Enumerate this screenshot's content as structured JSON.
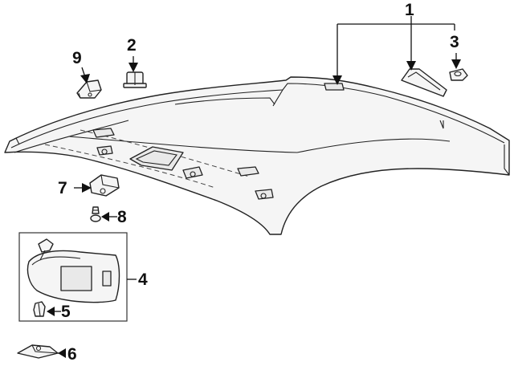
{
  "diagram": {
    "type": "exploded-parts-diagram",
    "callouts": [
      {
        "id": "1",
        "label": "1",
        "part": "headliner"
      },
      {
        "id": "2",
        "label": "2",
        "part": "clip"
      },
      {
        "id": "3",
        "label": "3",
        "part": "clip"
      },
      {
        "id": "4",
        "label": "4",
        "part": "sun-visor"
      },
      {
        "id": "5",
        "label": "5",
        "part": "visor-clip"
      },
      {
        "id": "6",
        "label": "6",
        "part": "visor-bracket"
      },
      {
        "id": "7",
        "label": "7",
        "part": "bracket"
      },
      {
        "id": "8",
        "label": "8",
        "part": "screw"
      },
      {
        "id": "9",
        "label": "9",
        "part": "bracket"
      }
    ],
    "colors": {
      "line": "#222222",
      "fill": "#f5f5f5",
      "background": "#ffffff"
    }
  }
}
